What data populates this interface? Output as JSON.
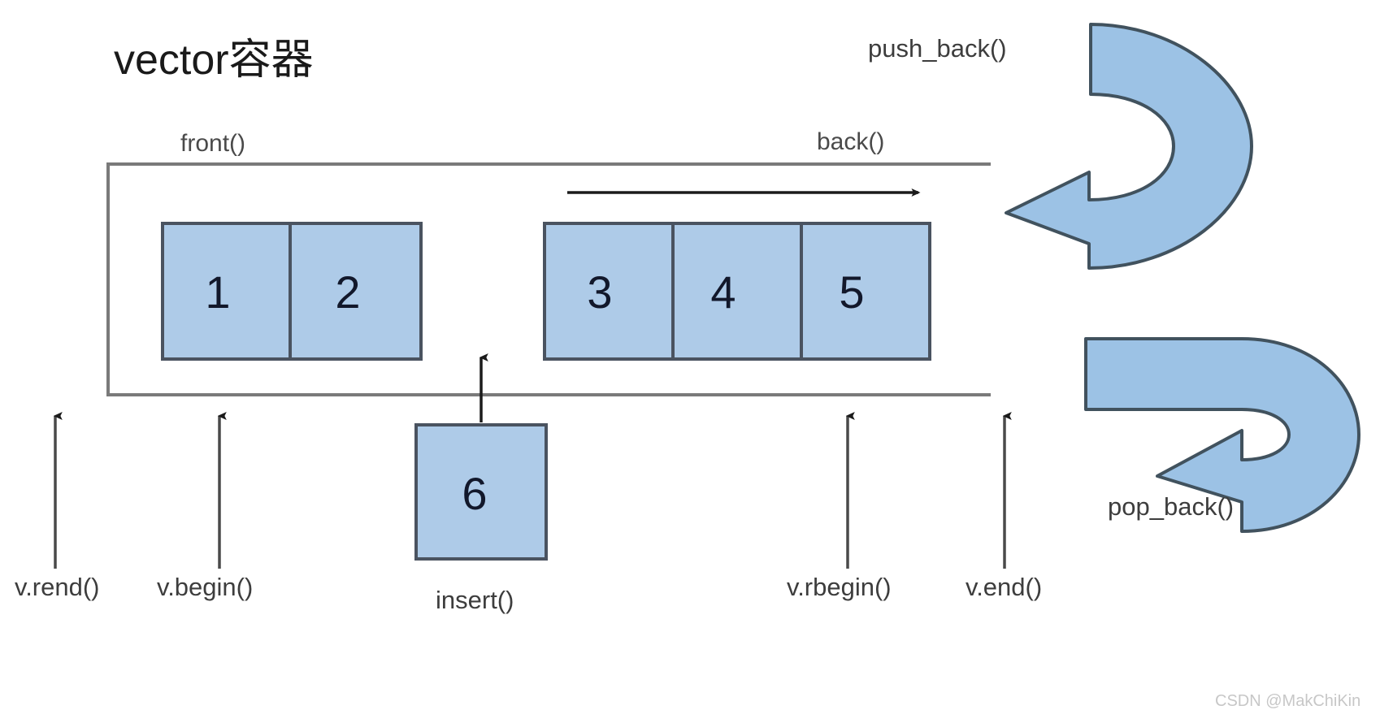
{
  "diagram": {
    "title": "vector容器",
    "watermark": "CSDN @MakChiKin",
    "colors": {
      "cell_fill": "#aecbe8",
      "cell_stroke": "#4a5360",
      "arrow_fill": "#9cc2e5",
      "arrow_stroke": "#41525e",
      "container_stroke": "#7a7a7a",
      "text": "#3b3b3b",
      "number": "#12182b",
      "watermark": "#c7c7c7",
      "background": "#ffffff"
    },
    "labels": {
      "front": "front()",
      "back": "back()",
      "push_back": "push_back()",
      "pop_back": "pop_back()",
      "insert": "insert()",
      "rend": "v.rend()",
      "begin": "v.begin()",
      "rbegin": "v.rbegin()",
      "end": "v.end()"
    },
    "cells": [
      {
        "value": "1",
        "group": "left"
      },
      {
        "value": "2",
        "group": "left"
      },
      {
        "value": "3",
        "group": "right"
      },
      {
        "value": "4",
        "group": "right"
      },
      {
        "value": "5",
        "group": "right"
      }
    ],
    "insert_cell": {
      "value": "6"
    },
    "pointers": [
      {
        "label": "v.rend()",
        "target": "outside-left"
      },
      {
        "label": "v.begin()",
        "target": "first-element"
      },
      {
        "label": "v.rbegin()",
        "target": "last-element"
      },
      {
        "label": "v.end()",
        "target": "past-the-end"
      }
    ],
    "icons": {
      "direction_arrow": "right-arrow-icon",
      "push_back_arrow": "curved-arrow-down-left-icon",
      "pop_back_arrow": "curved-arrow-down-left-icon",
      "insert_arrow": "up-arrow-icon",
      "pointer_arrow": "up-arrow-icon"
    }
  }
}
